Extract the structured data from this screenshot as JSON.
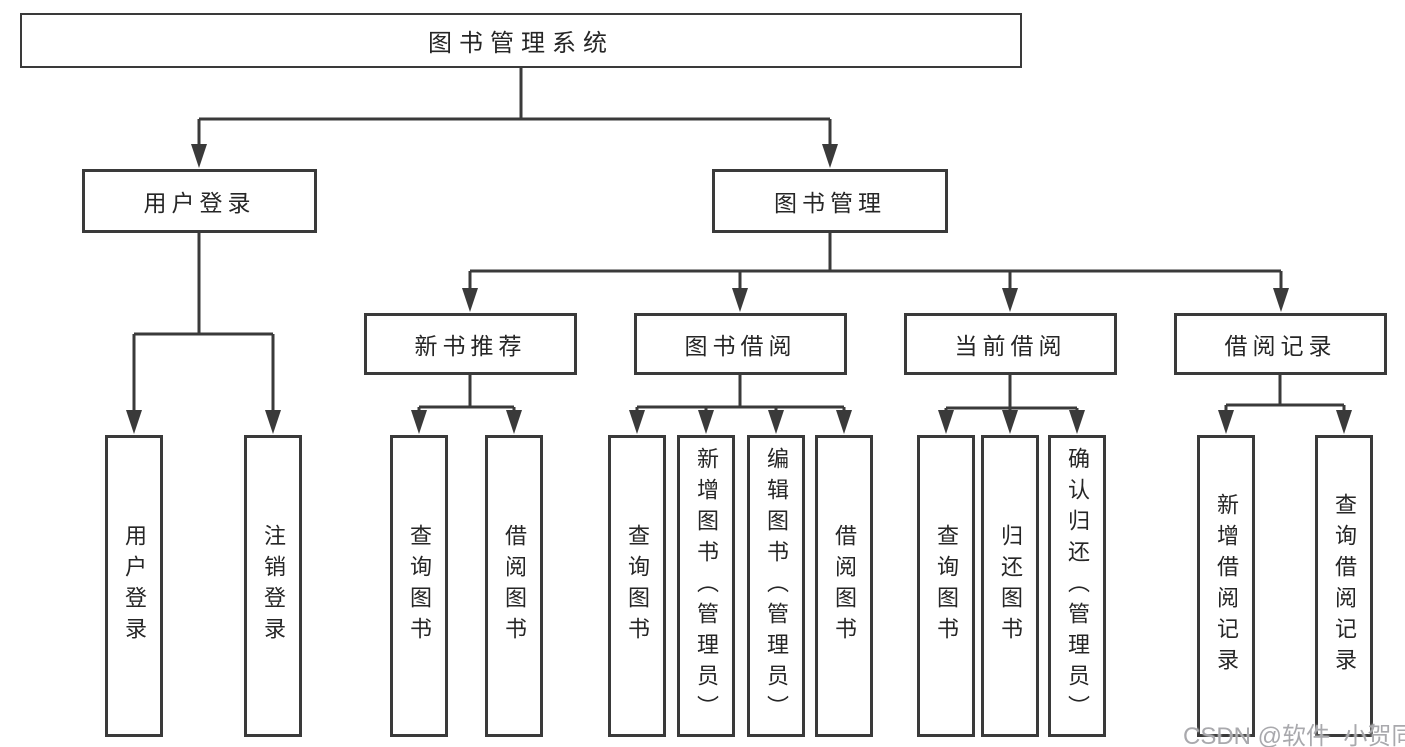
{
  "tree": {
    "root": {
      "label": "图书管理系统"
    },
    "user_login": {
      "label": "用户登录",
      "children": [
        {
          "label": "用户登录"
        },
        {
          "label": "注销登录"
        }
      ]
    },
    "book_mgmt": {
      "label": "图书管理",
      "sections": [
        {
          "label": "新书推荐",
          "children": [
            {
              "label": "查询图书"
            },
            {
              "label": "借阅图书"
            }
          ]
        },
        {
          "label": "图书借阅",
          "children": [
            {
              "label": "查询图书"
            },
            {
              "label": "新增图书（管理员）"
            },
            {
              "label": "编辑图书（管理员）"
            },
            {
              "label": "借阅图书"
            }
          ]
        },
        {
          "label": "当前借阅",
          "children": [
            {
              "label": "查询图书"
            },
            {
              "label": "归还图书"
            },
            {
              "label": "确认归还（管理员）"
            }
          ]
        },
        {
          "label": "借阅记录",
          "children": [
            {
              "label": "新增借阅记录"
            },
            {
              "label": "查询借阅记录"
            }
          ]
        }
      ]
    }
  },
  "watermark": {
    "text": "CSDN @软件_小贺同学"
  },
  "colors": {
    "line": "#3a3a3a",
    "box_border": "#3a3a3a",
    "text": "#262626",
    "watermark": "#a9a9ad",
    "background": "#ffffff"
  }
}
